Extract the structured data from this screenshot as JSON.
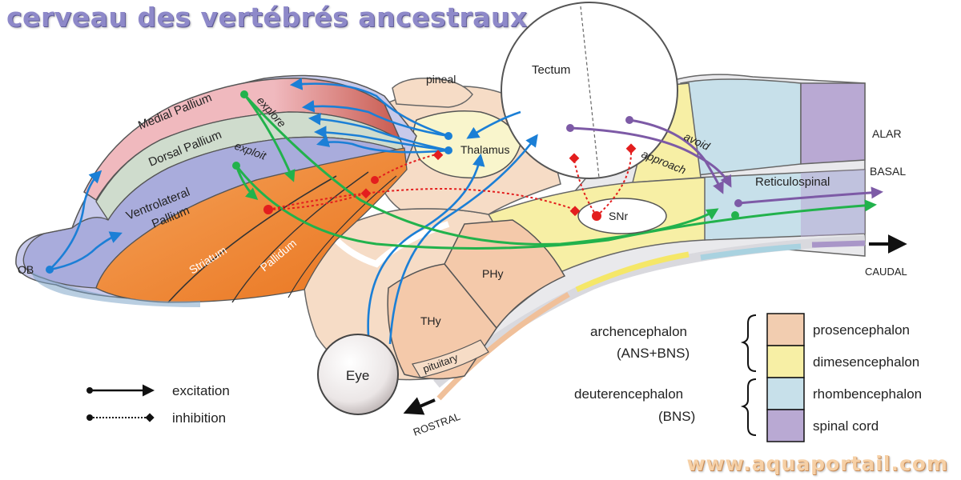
{
  "title": "cerveau des vertébrés ancestraux",
  "watermark": "www.aquaportail.com",
  "regions": {
    "medial_pallium": "Medial Pallium",
    "dorsal_pallium": "Dorsal Pallium",
    "ventrolateral_pallium_1": "Ventrolateral",
    "ventrolateral_pallium_2": "Pallium",
    "striatum": "Striatum",
    "pallidum": "Pallidum",
    "ob": "OB",
    "pineal": "pineal",
    "tectum": "Tectum",
    "thalamus": "Thalamus",
    "snr": "SNr",
    "phy": "PHy",
    "thy": "THy",
    "pituitary": "pituitary",
    "eye": "Eye",
    "reticulospinal": "Reticulospinal"
  },
  "pathways": {
    "explore": "explore",
    "exploit": "exploit",
    "avoid": "avoid",
    "approach": "approach"
  },
  "axes": {
    "alar": "ALAR",
    "basal": "BASAL",
    "caudal": "CAUDAL",
    "rostral": "ROSTRAL"
  },
  "legend_arrows": {
    "excitation": "excitation",
    "inhibition": "inhibition"
  },
  "legend_groups": {
    "archencephalon": "archencephalon",
    "archencephalon_sub": "(ANS+BNS)",
    "deuterencephalon": "deuterencephalon",
    "deuterencephalon_sub": "(BNS)"
  },
  "legend_colors": [
    {
      "label": "prosencephalon",
      "color": "#f2cdb0"
    },
    {
      "label": "dimesencephalon",
      "color": "#f7efa5"
    },
    {
      "label": "rhombencephalon",
      "color": "#c7e0ea"
    },
    {
      "label": "spinal cord",
      "color": "#b9a9d3"
    }
  ],
  "colors": {
    "pallium_medial": "#f0b9be",
    "pallium_dorsal": "#cfdccd",
    "pallium_ventrolateral": "#a9acdc",
    "striatum": "#f08a33",
    "excitation_blue": "#1b7fd6",
    "excitation_green": "#22b24c",
    "excitation_purple": "#7d5aa6",
    "inhibition_red": "#e31e1e",
    "title": "#8e89c9",
    "watermark": "#f6d0a6"
  }
}
